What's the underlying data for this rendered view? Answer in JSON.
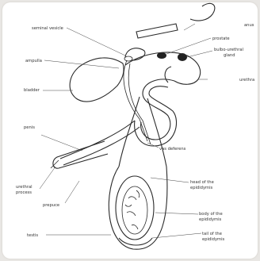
{
  "labels": {
    "seminal_vesicle": "seminal vesicle",
    "anus": "anus",
    "prostate": "prostate",
    "bulbo_urethral_1": "bulbo-urethral",
    "bulbo_urethral_2": "gland",
    "ampulla": "ampulla",
    "bladder": "bladder",
    "urethra": "urethra",
    "penis": "penis",
    "vas_deferens": "vas deferens",
    "urethral_process_1": "urethral",
    "urethral_process_2": "process",
    "prepuce": "prepuce",
    "head_epididymis_1": "head of the",
    "head_epididymis_2": "epididymis",
    "body_epididymis_1": "body of the",
    "body_epididymis_2": "epididymis",
    "tail_epididymis_1": "tail of the",
    "tail_epididymis_2": "epididymis",
    "testis": "testis"
  }
}
